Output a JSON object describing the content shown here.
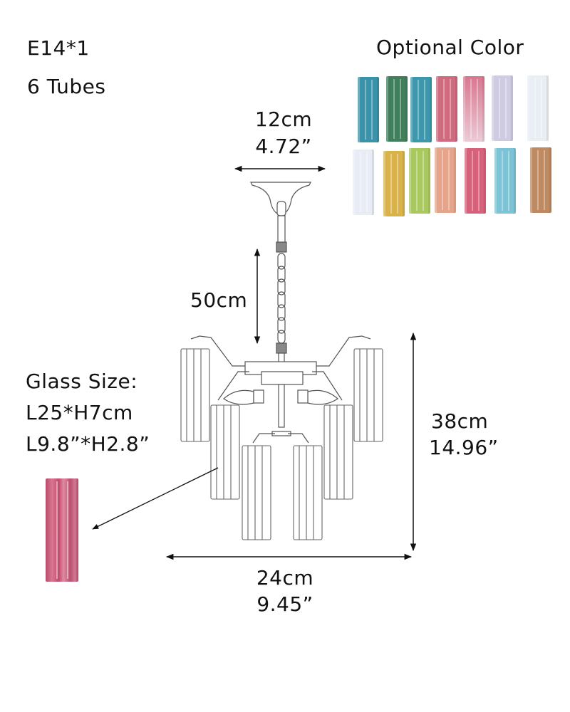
{
  "specs": {
    "socket": "E14*1",
    "tubes": "6 Tubes"
  },
  "optional_color": {
    "title": "Optional Color",
    "swatches_row1": [
      {
        "name": "teal-blue",
        "color": "#3a93a8"
      },
      {
        "name": "dark-green",
        "color": "#3f7f5c"
      },
      {
        "name": "teal",
        "color": "#3d98ad"
      },
      {
        "name": "rose-red",
        "color": "#d06a7e"
      },
      {
        "name": "pink",
        "color": "#e2a3b6"
      },
      {
        "name": "lavender",
        "color": "#cfcbe2"
      },
      {
        "name": "clear-white",
        "color": "#e9eef4"
      }
    ],
    "swatches_row2": [
      {
        "name": "white",
        "color": "#e8edf5"
      },
      {
        "name": "amber-yellow",
        "color": "#d9b34a"
      },
      {
        "name": "lime-green",
        "color": "#a9c95f"
      },
      {
        "name": "peach",
        "color": "#e6a48a"
      },
      {
        "name": "magenta-pink",
        "color": "#d7607a"
      },
      {
        "name": "sky-blue",
        "color": "#7cc3d6"
      },
      {
        "name": "bronze",
        "color": "#bf8a62"
      }
    ]
  },
  "dimensions": {
    "canopy_width_cm": "12cm",
    "canopy_width_in": "4.72”",
    "chain_length": "50cm",
    "height_cm": "38cm",
    "height_in": "14.96”",
    "width_cm": "24cm",
    "width_in": "9.45”"
  },
  "glass": {
    "title": "Glass Size:",
    "size_cm": "L25*H7cm",
    "size_in": "L9.8”*H2.8”",
    "sample_color": "#c85a78"
  },
  "colors": {
    "line": "#555555",
    "arrow": "#111111",
    "text": "#111111"
  }
}
